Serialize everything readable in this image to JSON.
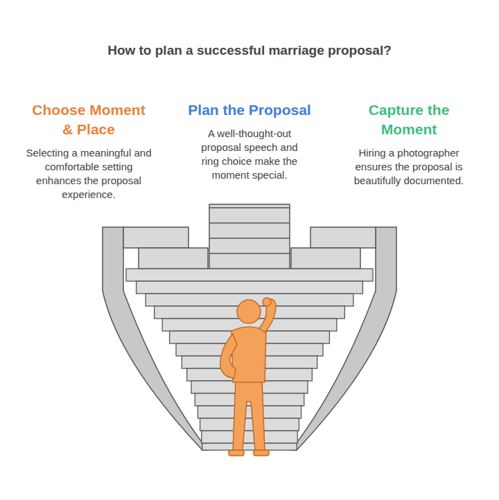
{
  "diagram": {
    "title": "How to plan a successful marriage proposal?",
    "nodes": [
      {
        "text": [
          "Choose Moment & Place",
          "Selecting a meaningful and comfortable setting enhances the proposal experience."
        ]
      },
      {
        "text": [
          "Plan the Proposal",
          "A well-thought-out proposal speech and ring choice make the moment special."
        ]
      },
      {
        "text": [
          "Capture the Moment",
          "Hiring a photographer ensures the proposal is beautifully documented."
        ]
      }
    ]
  }
}
